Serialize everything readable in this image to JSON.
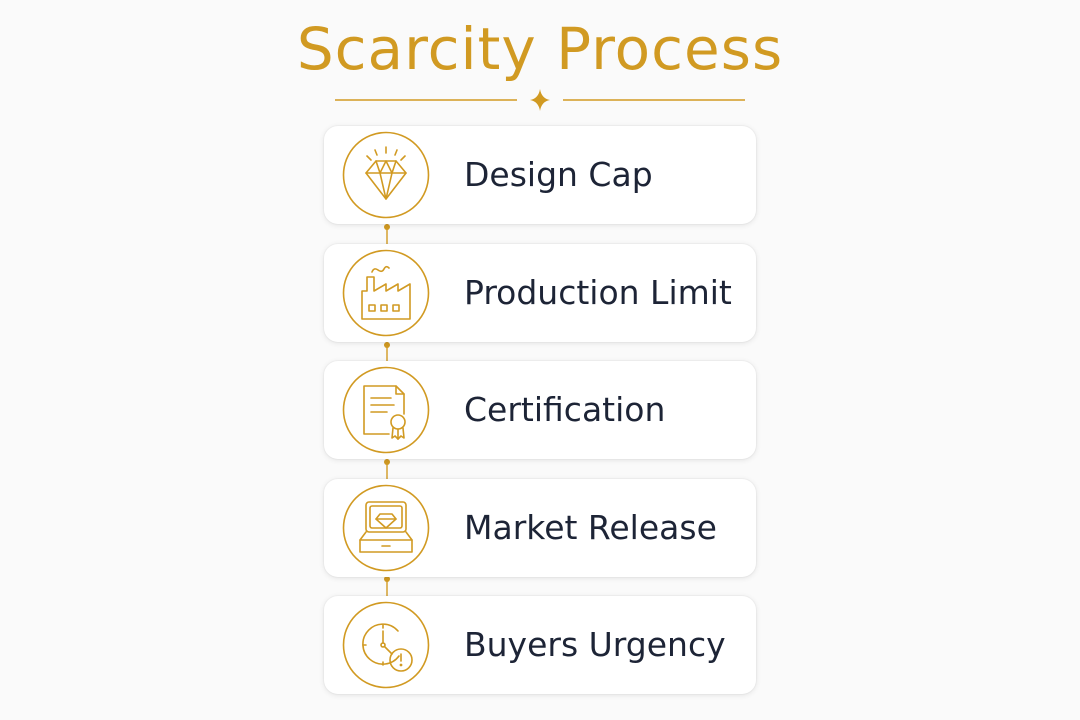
{
  "title": "Scarcity Process",
  "accent_color": "#d19a22",
  "steps": [
    {
      "label": "Design Cap",
      "icon": "diamond-icon"
    },
    {
      "label": "Production Limit",
      "icon": "factory-icon"
    },
    {
      "label": "Certification",
      "icon": "certificate-icon"
    },
    {
      "label": "Market Release",
      "icon": "jewelry-box-icon"
    },
    {
      "label": "Buyers Urgency",
      "icon": "clock-alert-icon"
    }
  ]
}
